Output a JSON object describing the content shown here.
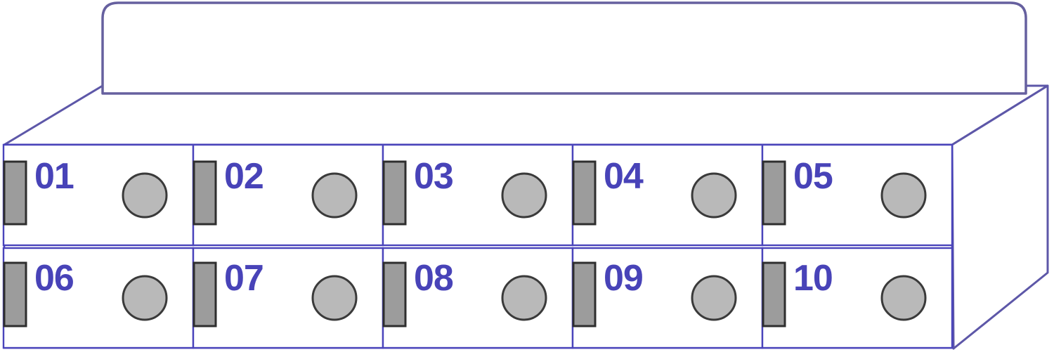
{
  "theme": {
    "bg": "#ffffff",
    "lid-line": "#66609f",
    "edge-line": "#5d57a8",
    "grid-line": "#4a44bb",
    "label-color": "#4843b8",
    "tab-fill": "#9c9c9c",
    "tab-border": "#2e2e2e",
    "knob-fill": "#b9b9b9",
    "knob-border": "#3a3a3a"
  },
  "slots": [
    {
      "label": "01"
    },
    {
      "label": "02"
    },
    {
      "label": "03"
    },
    {
      "label": "04"
    },
    {
      "label": "05"
    },
    {
      "label": "06"
    },
    {
      "label": "07"
    },
    {
      "label": "08"
    },
    {
      "label": "09"
    },
    {
      "label": "10"
    }
  ]
}
